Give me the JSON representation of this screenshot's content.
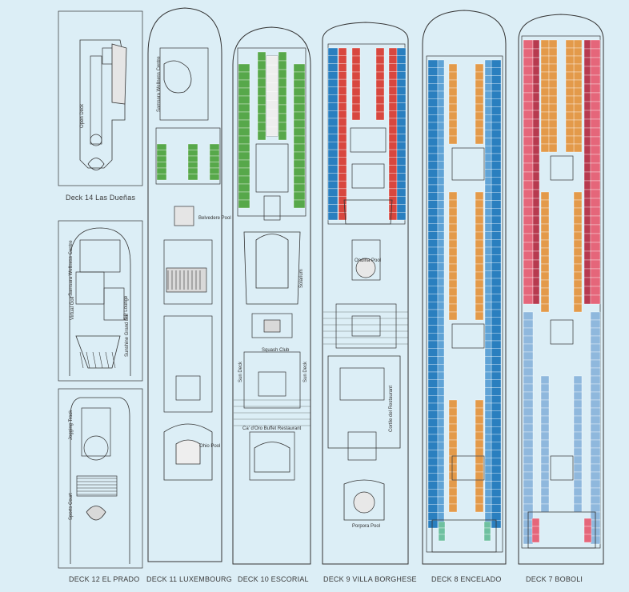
{
  "decks": [
    {
      "id": "deck-14",
      "label": "Deck 14 Las Dueñas"
    },
    {
      "id": "deck-12",
      "label": "DECK 12 EL PRADO"
    },
    {
      "id": "deck-11",
      "label": "DECK 11 LUXEMBOURG"
    },
    {
      "id": "deck-10",
      "label": "DECK 10 ESCORIAL"
    },
    {
      "id": "deck-9",
      "label": "DECK 9 VILLA BORGHESE"
    },
    {
      "id": "deck-8",
      "label": "DECK 8 ENCELADO"
    },
    {
      "id": "deck-7",
      "label": "DECK 7 BOBOLI"
    }
  ],
  "areas": {
    "open_deck": "Open Deck",
    "samsara_wellness": "Samsara Wellness Centre",
    "virtual_golf": "Virtual Golf",
    "sunshine_grandbar": "Sunshine Grand Bar",
    "gp_lounge": "GP Lounge",
    "jogging": "Jogging Track",
    "sports_court": "Sports Court",
    "belvedere_pool": "Belvedere Pool",
    "ohio_pool": "Ohio Pool",
    "solarium": "Solarium",
    "sun_deck": "Sun Deck",
    "squash_club": "Squash Club",
    "ca_doro": "Ca' d'Oro Buffet Restaurant",
    "ondina_pool": "Ondina Pool",
    "porpora_pool": "Porpora Pool",
    "cortile": "Cortile del Restaurant"
  },
  "colors": {
    "background": "#dceef6",
    "line": "#333333",
    "cabin_green": "#57a84a",
    "cabin_red": "#d8473f",
    "cabin_blue": "#2a7fbf",
    "cabin_orange": "#e39a4a",
    "cabin_pink": "#e5667a",
    "cabin_lightblue": "#8fb8dd",
    "cabin_teal": "#6ec0a0"
  }
}
